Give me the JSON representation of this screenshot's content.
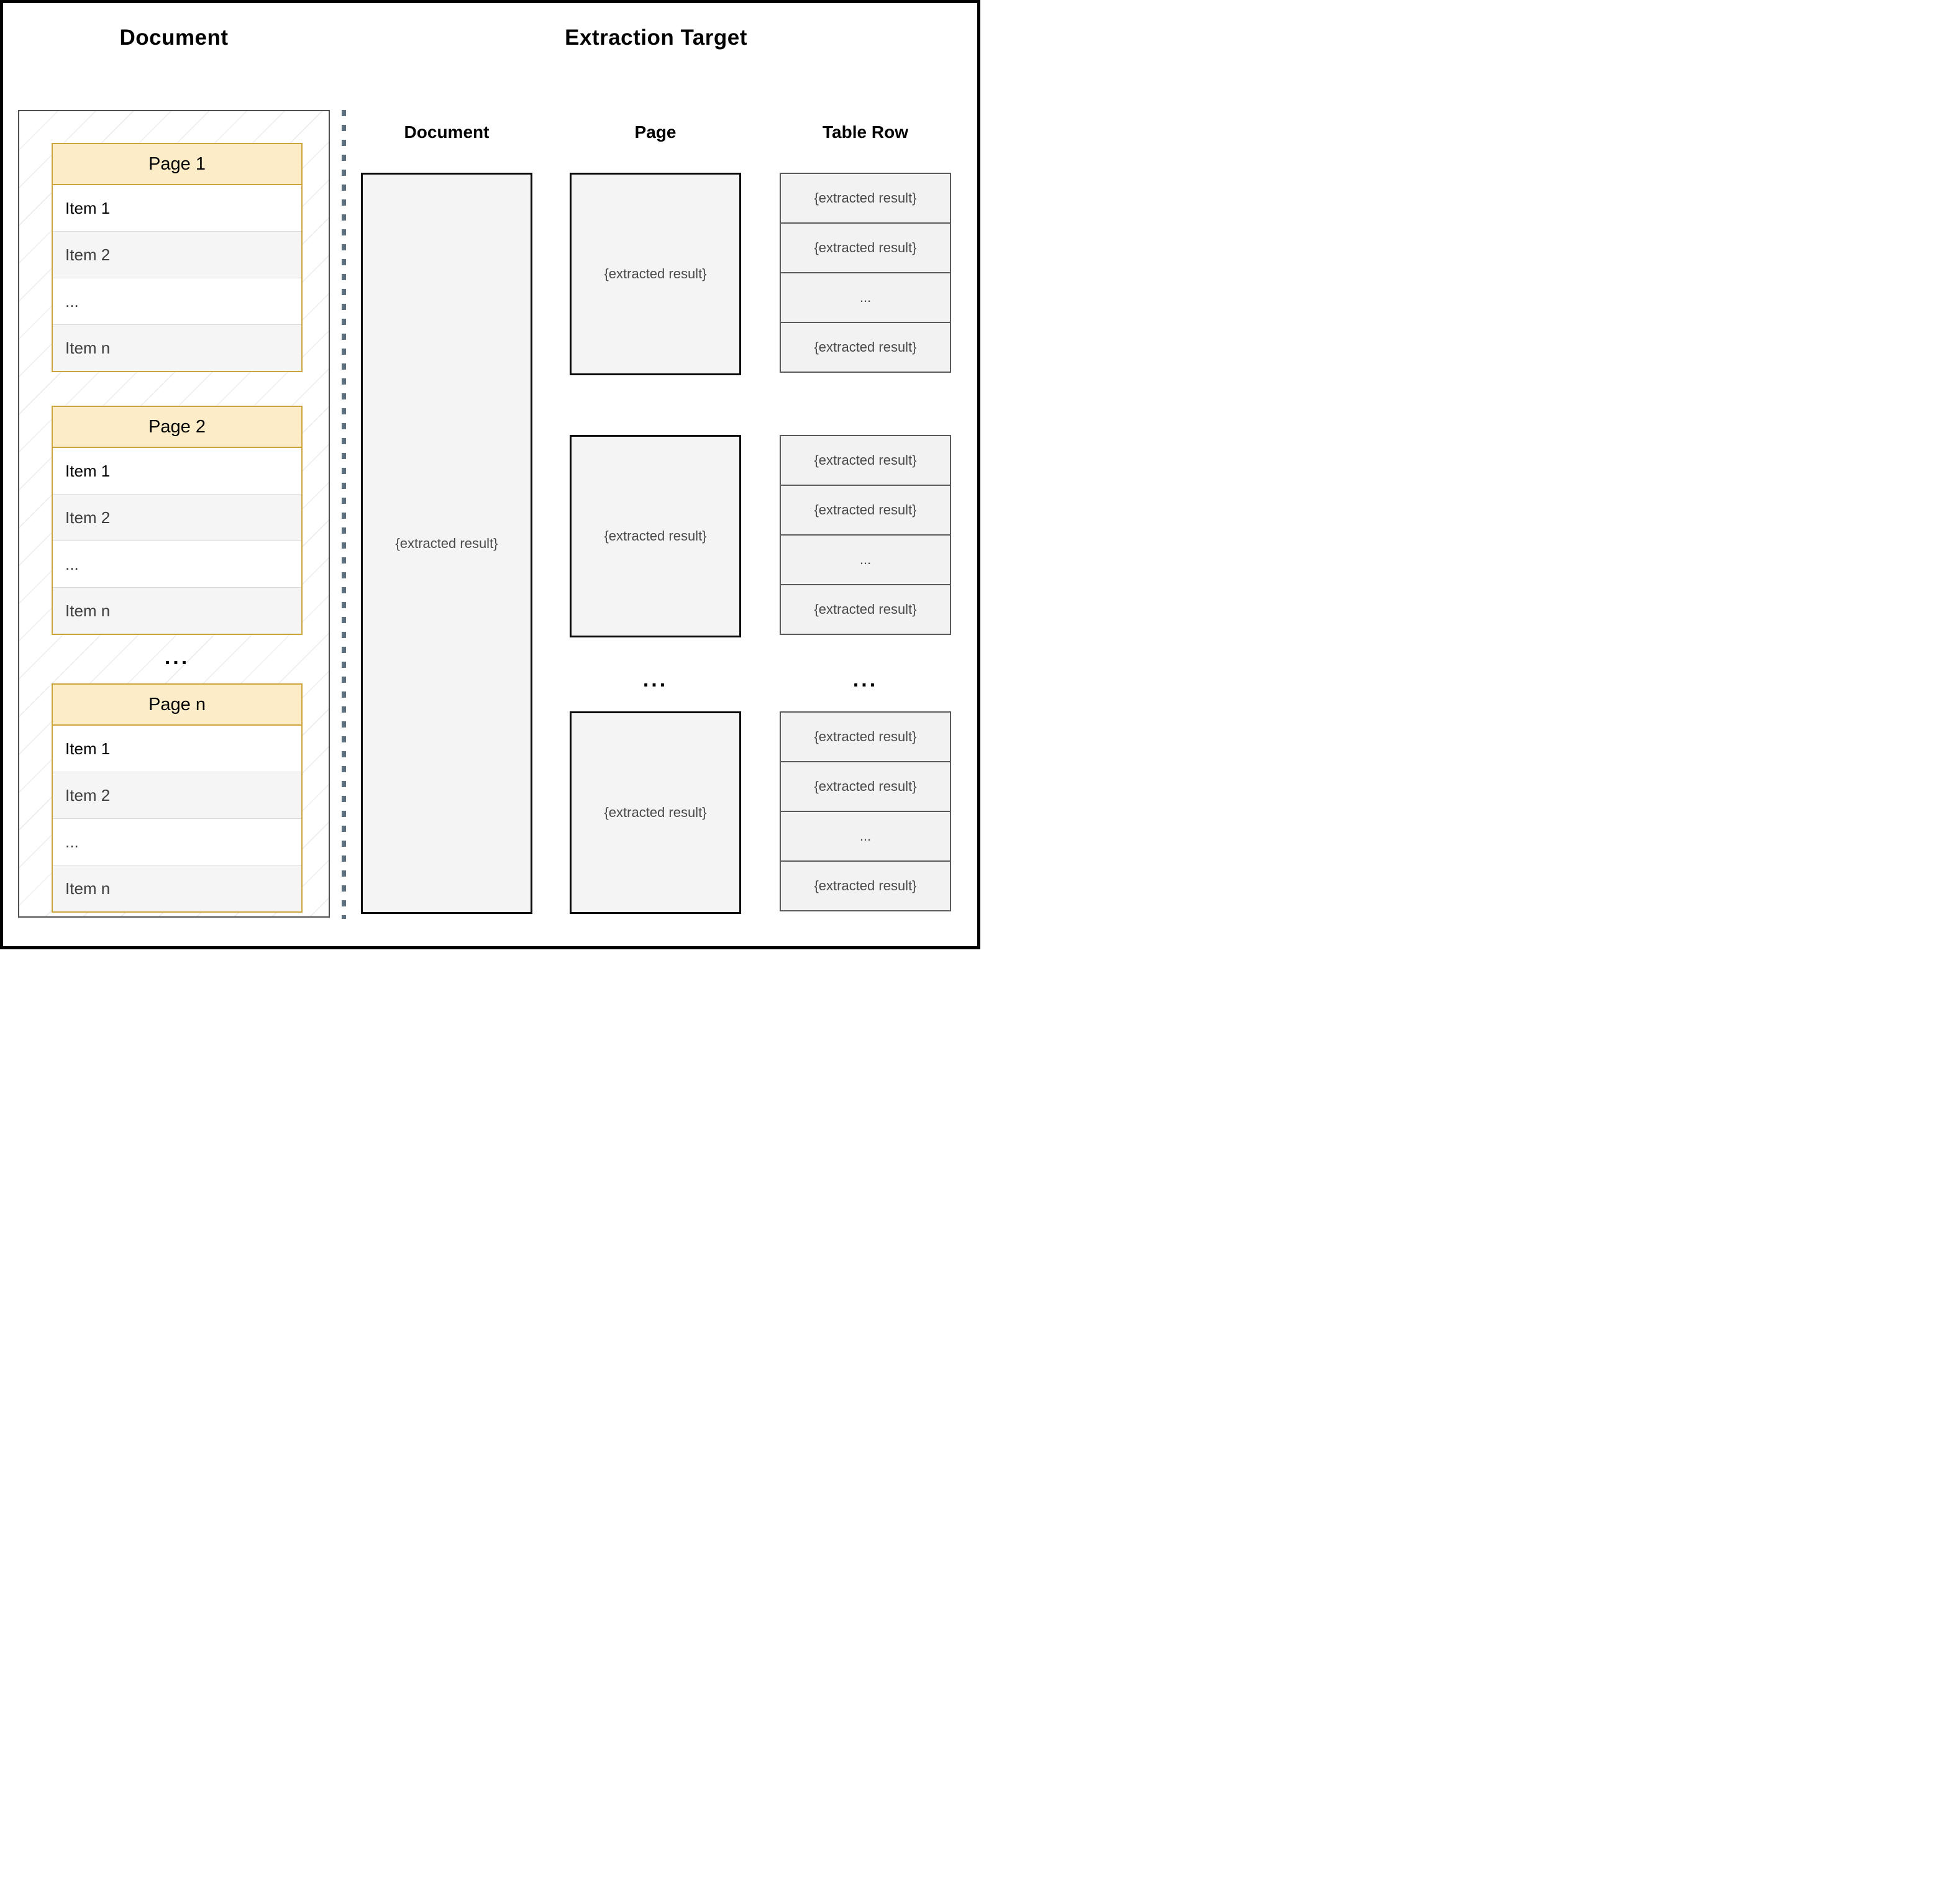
{
  "titles": {
    "left": "Document",
    "right": "Extraction Target"
  },
  "left_panel": {
    "pages": [
      {
        "header": "Page 1",
        "items": [
          "Item 1",
          "Item 2",
          "...",
          "Item n"
        ]
      },
      {
        "header": "Page 2",
        "items": [
          "Item 1",
          "Item 2",
          "...",
          "Item n"
        ]
      },
      {
        "header": "Page n",
        "items": [
          "Item 1",
          "Item 2",
          "...",
          "Item n"
        ]
      }
    ],
    "ellipsis": "..."
  },
  "right_panel": {
    "columns": {
      "document": {
        "header": "Document",
        "box_label": "{extracted result}"
      },
      "page": {
        "header": "Page",
        "boxes": [
          "{extracted result}",
          "{extracted result}",
          "{extracted result}"
        ],
        "ellipsis": "..."
      },
      "table_row": {
        "header": "Table Row",
        "groups": [
          [
            "{extracted result}",
            "{extracted result}",
            "...",
            "{extracted result}"
          ],
          [
            "{extracted result}",
            "{extracted result}",
            "...",
            "{extracted result}"
          ],
          [
            "{extracted result}",
            "{extracted result}",
            "...",
            "{extracted result}"
          ]
        ],
        "ellipsis": "..."
      }
    }
  },
  "colors": {
    "page_header_fill": "#fcedc8",
    "page_header_border": "#cda53f",
    "result_box_fill": "#f4f4f4",
    "divider_dash": "#5c7080",
    "container_border": "#4f4f4f"
  }
}
